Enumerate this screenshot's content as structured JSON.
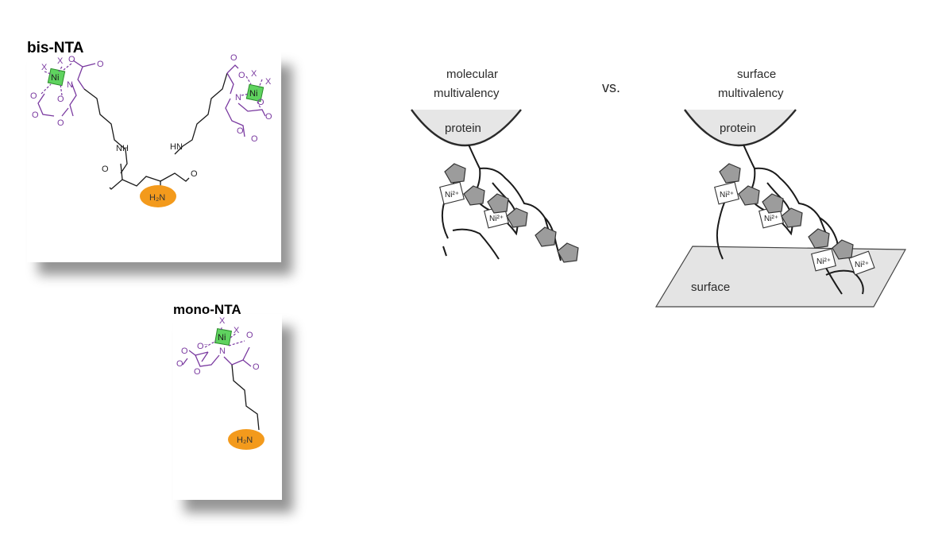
{
  "bis_nta": {
    "label": "bis-NTA",
    "atoms": {
      "x": "X",
      "o": "O",
      "o_minus": "O⁻",
      "n": "N",
      "nh": "NH",
      "hn": "HN",
      "ni": "Ni",
      "h2n": "H₂N"
    }
  },
  "mono_nta": {
    "label": "mono-NTA",
    "atoms": {
      "x": "X",
      "o": "O",
      "o_minus": "O⁻",
      "n": "N",
      "ni": "Ni",
      "h2n": "H₂N"
    }
  },
  "schematic": {
    "left": {
      "title_line1": "molecular",
      "title_line2": "multivalency",
      "protein_label": "protein",
      "ni_label": "Ni²⁺"
    },
    "vs_label": "vs.",
    "right": {
      "title_line1": "surface",
      "title_line2": "multivalency",
      "protein_label": "protein",
      "surface_label": "surface",
      "ni_label": "Ni²⁺"
    }
  },
  "colors": {
    "nta_purple": "#7a3aa0",
    "nickel_green": "#5fd35f",
    "amine_orange": "#f39a1c",
    "protein_gray": "#e6e6e6",
    "pentagon_gray": "#9c9c9c"
  }
}
